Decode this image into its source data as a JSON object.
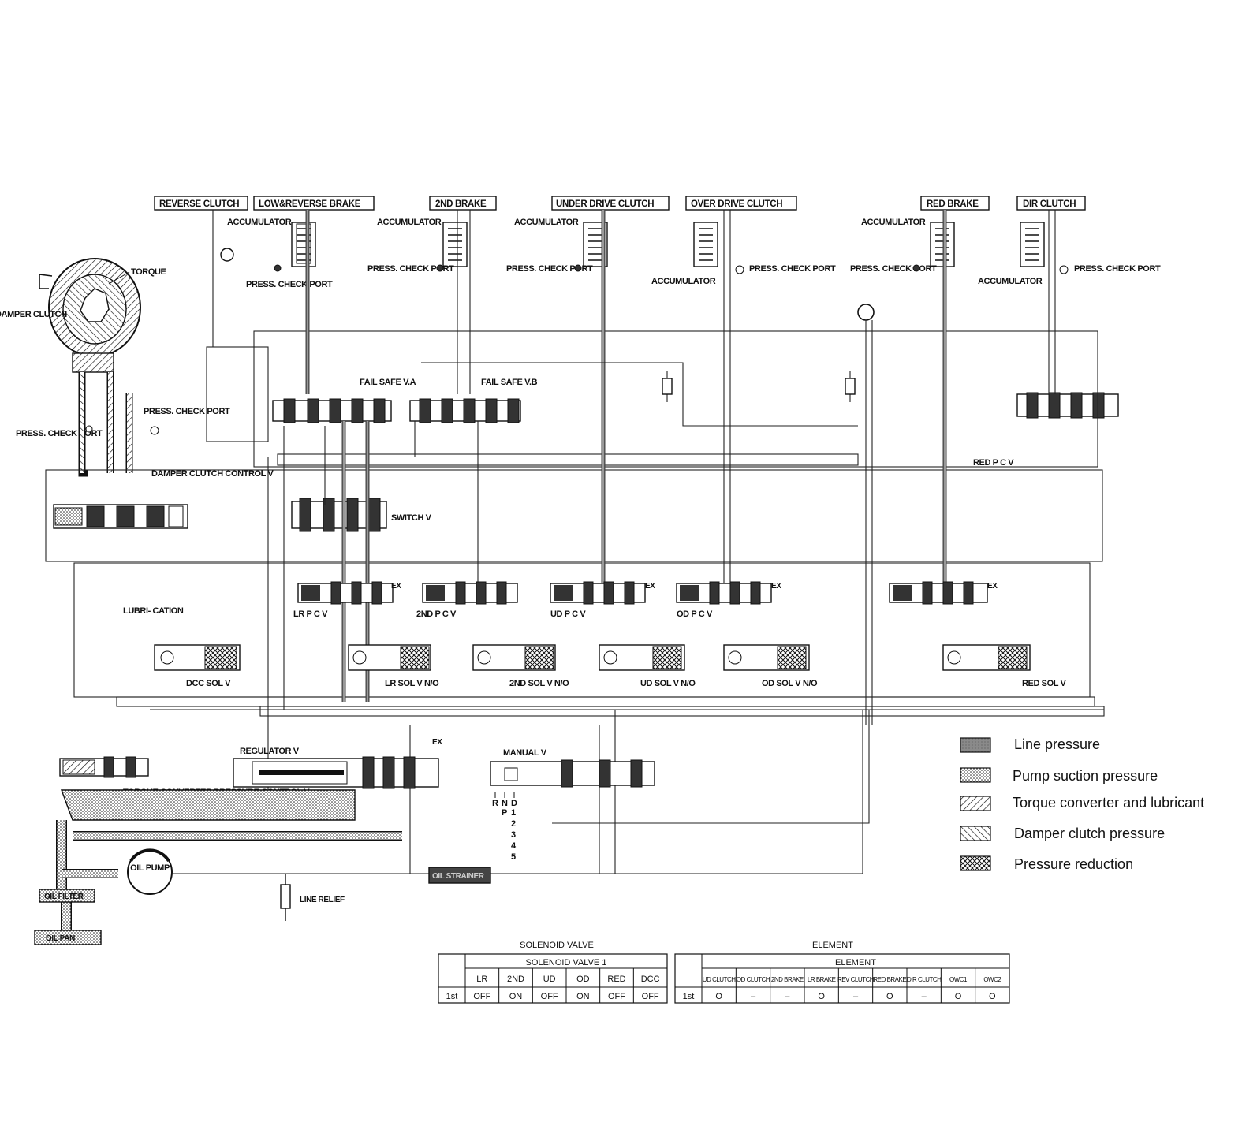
{
  "components": {
    "reverse_clutch": "REVERSE CLUTCH",
    "low_reverse_brake": "LOW&REVERSE BRAKE",
    "second_brake": "2ND BRAKE",
    "under_drive_clutch": "UNDER DRIVE CLUTCH",
    "over_drive_clutch": "OVER DRIVE CLUTCH",
    "red_brake": "RED BRAKE",
    "dir_clutch": "DIR CLUTCH",
    "accumulator": "ACCUMULATOR",
    "press_check_port": "PRESS. CHECK PORT",
    "torque": "TORQUE",
    "damper_clutch": "DAMPER CLUTCH",
    "damper_clutch_control_v": "DAMPER CLUTCH CONTROL V",
    "fail_safe_va": "FAIL SAFE V.A",
    "fail_safe_vb": "FAIL SAFE V.B",
    "switch_v": "SWITCH V",
    "red_pcv": "RED P C V",
    "lubrication": "LUBRI- CATION",
    "lr_pcv": "LR P C V",
    "second_pcv": "2ND P C V",
    "ud_pcv": "UD P C V",
    "od_pcv": "OD P C V",
    "dcc_sol_v": "DCC SOL V",
    "lr_sol_v": "LR SOL V N/O",
    "second_sol_v": "2ND SOL V N/O",
    "ud_sol_v": "UD SOL V N/O",
    "od_sol_v": "OD SOL V N/O",
    "red_sol_v": "RED SOL V",
    "regulator_v": "REGULATOR V",
    "manual_v": "MANUAL V",
    "torque_converter_pcv": "TORQUE CONVERTER PRESSURE CONTROL V",
    "oil_pump": "OIL PUMP",
    "oil_filter": "OIL FILTER",
    "oil_pan": "OIL PAN",
    "line_relief": "LINE RELIEF",
    "oil_strainer": "OIL STRAINER",
    "exhaust": "EX"
  },
  "manual_positions": {
    "top": [
      "R",
      "N",
      "D"
    ],
    "p": "P",
    "ranges": [
      "1",
      "2",
      "3",
      "4",
      "5"
    ]
  },
  "legend": [
    {
      "label": "Line pressure",
      "pattern": "solid-gray"
    },
    {
      "label": "Pump suction pressure",
      "pattern": "dotted"
    },
    {
      "label": "Torque converter and lubricant",
      "pattern": "hatch-back"
    },
    {
      "label": "Damper clutch pressure",
      "pattern": "hatch-fwd"
    },
    {
      "label": "Pressure reduction",
      "pattern": "crosshatch"
    }
  ],
  "solenoid_table": {
    "title": "SOLENOID VALVE",
    "group": "SOLENOID VALVE 1",
    "columns": [
      "LR",
      "2ND",
      "UD",
      "OD",
      "RED",
      "DCC"
    ],
    "row_label": "1st",
    "values": [
      "OFF",
      "ON",
      "OFF",
      "ON",
      "OFF",
      "OFF"
    ]
  },
  "element_table": {
    "title": "ELEMENT",
    "group": "ELEMENT",
    "columns": [
      "UD CLUTCH",
      "OD CLUTCH",
      "2ND BRAKE",
      "LR BRAKE",
      "REV CLUTCH",
      "RED BRAKE",
      "DIR CLUTCH",
      "OWC1",
      "OWC2"
    ],
    "row_label": "1st",
    "values": [
      "O",
      "–",
      "–",
      "O",
      "–",
      "O",
      "–",
      "O",
      "O"
    ]
  }
}
